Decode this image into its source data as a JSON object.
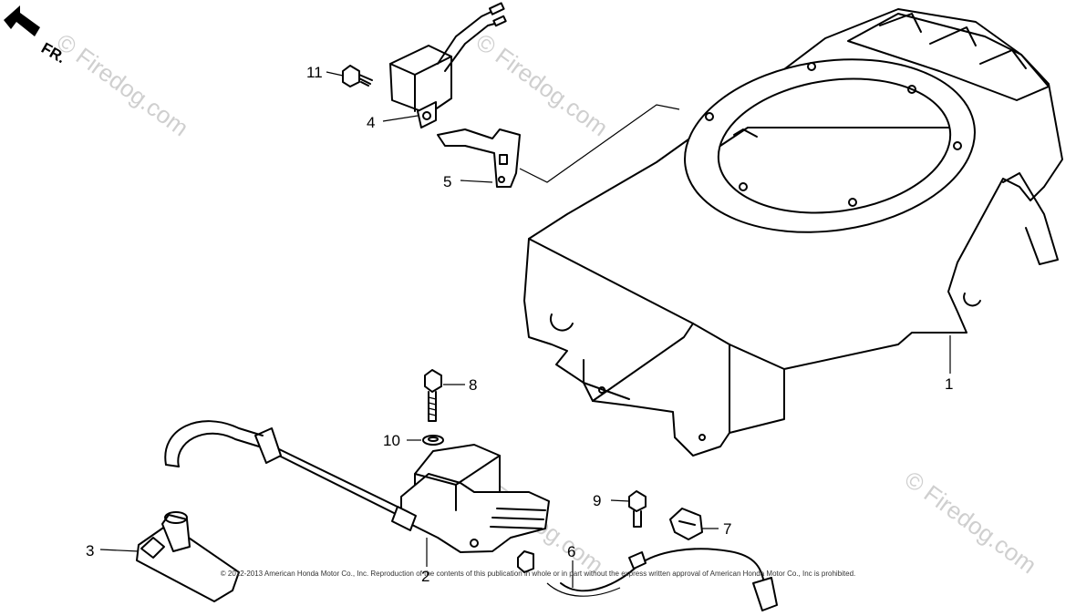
{
  "direction_label": "FR.",
  "watermark": "© Firedog.com",
  "copyright": "© 2012-2013 American Honda Motor Co., Inc. Reproduction of the contents of this publication in whole or in part without the express written approval of American Honda Motor Co., Inc is prohibited.",
  "callouts": [
    {
      "number": "1",
      "part": "fan-cover"
    },
    {
      "number": "2",
      "part": "ignition-coil"
    },
    {
      "number": "3",
      "part": "spark-plug-cap"
    },
    {
      "number": "4",
      "part": "ignition-module"
    },
    {
      "number": "5",
      "part": "module-bracket"
    },
    {
      "number": "6",
      "part": "stop-switch-wire"
    },
    {
      "number": "7",
      "part": "wire-clamp"
    },
    {
      "number": "8",
      "part": "flange-bolt"
    },
    {
      "number": "9",
      "part": "flange-bolt-small"
    },
    {
      "number": "10",
      "part": "washer"
    },
    {
      "number": "11",
      "part": "screw"
    }
  ]
}
